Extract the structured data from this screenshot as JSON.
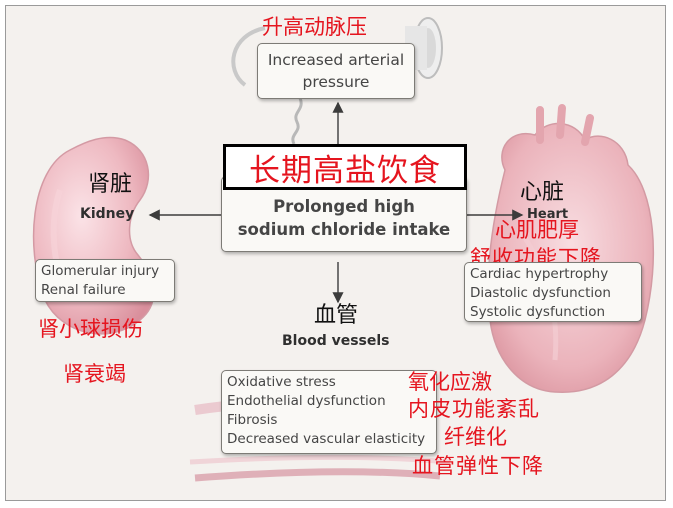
{
  "center": {
    "chinese_title": "长期高盐饮食",
    "english_lines": [
      "Prolonged high",
      "sodium chloride intake"
    ]
  },
  "pressure": {
    "cn_label": "升高动脉压",
    "lines": [
      "Increased arterial",
      "pressure"
    ]
  },
  "kidney": {
    "cn_label": "肾脏",
    "label": "Kidney",
    "box_lines": [
      "Glomerular injury",
      "Renal failure"
    ],
    "cn_notes": [
      "肾小球损伤",
      "肾衰竭"
    ]
  },
  "heart": {
    "cn_label": "心脏",
    "label": "Heart",
    "cn_notes": [
      "心肌肥厚",
      "舒收功能下降"
    ],
    "box_lines": [
      "Cardiac hypertrophy",
      "Diastolic dysfunction",
      "Systolic dysfunction"
    ]
  },
  "vessels": {
    "cn_label": "血管",
    "label": "Blood vessels",
    "box_lines": [
      "Oxidative stress",
      "Endothelial dysfunction",
      "Fibrosis",
      "Decreased vascular elasticity"
    ],
    "cn_notes": [
      "氧化应激",
      "内皮功能紊乱",
      "纤维化",
      "血管弹性下降"
    ]
  },
  "colors": {
    "annotation_red": "#e5151f",
    "box_border": "#7d7b76",
    "organ_pink": "#e6aab3",
    "background": "#f4f1ee"
  }
}
